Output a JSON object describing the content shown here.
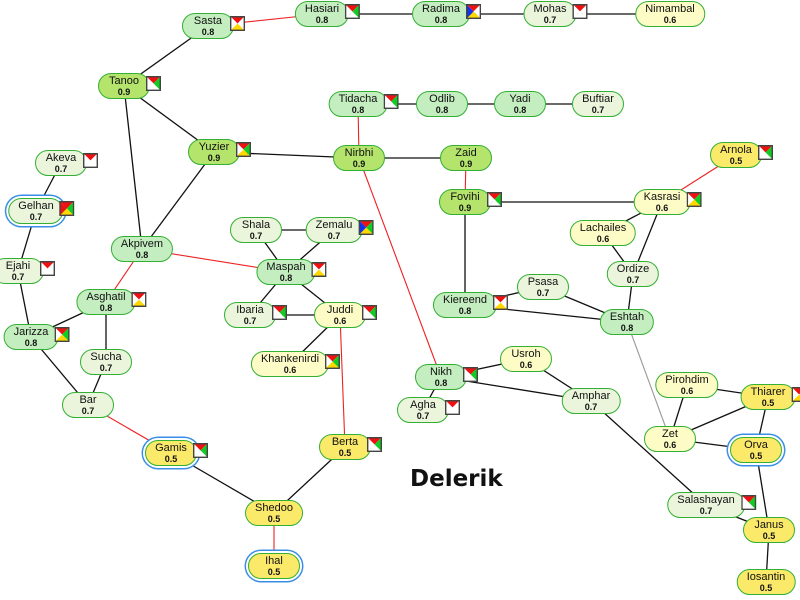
{
  "region_label": "Delerik",
  "value_colors": {
    "0.9": "#b4e46c",
    "0.8": "#c4eec0",
    "0.7": "#eaf5dc",
    "0.6": "#fdfcc6",
    "0.5": "#fbe96a"
  },
  "edge_colors": {
    "black": "#111111",
    "red": "#ee2222",
    "gray": "#999999"
  },
  "nodes": [
    {
      "name": "Sasta",
      "value": "0.8",
      "flag": [
        "red",
        "white",
        "yellow",
        "white"
      ]
    },
    {
      "name": "Hasiari",
      "value": "0.8",
      "flag": [
        "red",
        "green",
        "white",
        "white"
      ]
    },
    {
      "name": "Radima",
      "value": "0.8",
      "flag": [
        "red",
        "white",
        "yellow",
        "blue"
      ]
    },
    {
      "name": "Mohas",
      "value": "0.7",
      "flag": [
        "red",
        "white",
        "white",
        "white"
      ]
    },
    {
      "name": "Nimambal",
      "value": "0.6",
      "flag": null
    },
    {
      "name": "Tanoo",
      "value": "0.9",
      "flag": [
        "red",
        "green",
        "white",
        "white"
      ]
    },
    {
      "name": "Tidacha",
      "value": "0.8",
      "flag": [
        "red",
        "green",
        "white",
        "white"
      ]
    },
    {
      "name": "Odlib",
      "value": "0.8",
      "flag": null
    },
    {
      "name": "Yadi",
      "value": "0.8",
      "flag": null
    },
    {
      "name": "Buftiar",
      "value": "0.7",
      "flag": null
    },
    {
      "name": "Yuzier",
      "value": "0.9",
      "flag": [
        "red",
        "green",
        "yellow",
        "white"
      ]
    },
    {
      "name": "Nirbhi",
      "value": "0.9",
      "flag": null
    },
    {
      "name": "Zaid",
      "value": "0.9",
      "flag": null
    },
    {
      "name": "Akeva",
      "value": "0.7",
      "flag": [
        "red",
        "white",
        "white",
        "white"
      ]
    },
    {
      "name": "Arnola",
      "value": "0.5",
      "flag": [
        "red",
        "green",
        "white",
        "white"
      ]
    },
    {
      "name": "Fovihi",
      "value": "0.9",
      "flag": [
        "red",
        "green",
        "white",
        "white"
      ]
    },
    {
      "name": "Kasrasi",
      "value": "0.6",
      "flag": [
        "red",
        "green",
        "yellow",
        "white"
      ]
    },
    {
      "name": "Gelhan",
      "value": "0.7",
      "flag": [
        "red",
        "green",
        "yellow",
        "red"
      ],
      "selected": true
    },
    {
      "name": "Shala",
      "value": "0.7",
      "flag": null
    },
    {
      "name": "Zemalu",
      "value": "0.7",
      "flag": [
        "red",
        "green",
        "yellow",
        "blue"
      ]
    },
    {
      "name": "Lachailes",
      "value": "0.6",
      "flag": null
    },
    {
      "name": "Akpivem",
      "value": "0.8",
      "flag": null
    },
    {
      "name": "Ejahi",
      "value": "0.7",
      "flag": [
        "red",
        "white",
        "white",
        "white"
      ]
    },
    {
      "name": "Maspah",
      "value": "0.8",
      "flag": [
        "red",
        "white",
        "yellow",
        "white"
      ]
    },
    {
      "name": "Ordize",
      "value": "0.7",
      "flag": null
    },
    {
      "name": "Psasa",
      "value": "0.7",
      "flag": null
    },
    {
      "name": "Asghatil",
      "value": "0.8",
      "flag": [
        "red",
        "white",
        "yellow",
        "white"
      ]
    },
    {
      "name": "Kiereend",
      "value": "0.8",
      "flag": [
        "red",
        "white",
        "yellow",
        "white"
      ]
    },
    {
      "name": "Ibaria",
      "value": "0.7",
      "flag": [
        "red",
        "green",
        "white",
        "white"
      ]
    },
    {
      "name": "Juddi",
      "value": "0.6",
      "flag": [
        "red",
        "green",
        "white",
        "white"
      ]
    },
    {
      "name": "Eshtah",
      "value": "0.8",
      "flag": null
    },
    {
      "name": "Jarizza",
      "value": "0.8",
      "flag": [
        "red",
        "green",
        "yellow",
        "white"
      ]
    },
    {
      "name": "Sucha",
      "value": "0.7",
      "flag": null
    },
    {
      "name": "Khankenirdi",
      "value": "0.6",
      "flag": [
        "red",
        "green",
        "yellow",
        "white"
      ]
    },
    {
      "name": "Usroh",
      "value": "0.6",
      "flag": null
    },
    {
      "name": "Nikh",
      "value": "0.8",
      "flag": [
        "red",
        "green",
        "white",
        "white"
      ]
    },
    {
      "name": "Bar",
      "value": "0.7",
      "flag": null
    },
    {
      "name": "Agha",
      "value": "0.7",
      "flag": [
        "red",
        "white",
        "white",
        "white"
      ]
    },
    {
      "name": "Amphar",
      "value": "0.7",
      "flag": null
    },
    {
      "name": "Pirohdim",
      "value": "0.6",
      "flag": null
    },
    {
      "name": "Thiarer",
      "value": "0.5",
      "flag": [
        "red",
        "white",
        "yellow",
        "white"
      ]
    },
    {
      "name": "Zet",
      "value": "0.6",
      "flag": null
    },
    {
      "name": "Gamis",
      "value": "0.5",
      "flag": [
        "red",
        "green",
        "white",
        "white"
      ],
      "selected": true
    },
    {
      "name": "Berta",
      "value": "0.5",
      "flag": [
        "red",
        "green",
        "white",
        "white"
      ]
    },
    {
      "name": "Orva",
      "value": "0.5",
      "flag": null,
      "selected": true
    },
    {
      "name": "Shedoo",
      "value": "0.5",
      "flag": null
    },
    {
      "name": "Salashayan",
      "value": "0.7",
      "flag": [
        "red",
        "green",
        "white",
        "white"
      ]
    },
    {
      "name": "Janus",
      "value": "0.5",
      "flag": null
    },
    {
      "name": "Ihal",
      "value": "0.5",
      "flag": null,
      "selected": true
    },
    {
      "name": "Iosantin",
      "value": "0.5",
      "flag": null
    }
  ],
  "edges": [
    [
      "Sasta",
      "Hasiari",
      "red"
    ],
    [
      "Hasiari",
      "Radima",
      "black"
    ],
    [
      "Radima",
      "Mohas",
      "black"
    ],
    [
      "Mohas",
      "Nimambal",
      "black"
    ],
    [
      "Sasta",
      "Tanoo",
      "black"
    ],
    [
      "Tanoo",
      "Yuzier",
      "black"
    ],
    [
      "Tanoo",
      "Akpivem",
      "black"
    ],
    [
      "Yuzier",
      "Akpivem",
      "black"
    ],
    [
      "Yuzier",
      "Nirbhi",
      "black"
    ],
    [
      "Tidacha",
      "Nirbhi",
      "red"
    ],
    [
      "Tidacha",
      "Odlib",
      "black"
    ],
    [
      "Odlib",
      "Yadi",
      "black"
    ],
    [
      "Yadi",
      "Buftiar",
      "black"
    ],
    [
      "Nirbhi",
      "Zaid",
      "black"
    ],
    [
      "Nirbhi",
      "Nikh",
      "red"
    ],
    [
      "Zaid",
      "Fovihi",
      "red"
    ],
    [
      "Fovihi",
      "Kasrasi",
      "black"
    ],
    [
      "Fovihi",
      "Kiereend",
      "black"
    ],
    [
      "Kasrasi",
      "Arnola",
      "red"
    ],
    [
      "Kasrasi",
      "Lachailes",
      "black"
    ],
    [
      "Kasrasi",
      "Ordize",
      "black"
    ],
    [
      "Lachailes",
      "Ordize",
      "black"
    ],
    [
      "Ordize",
      "Eshtah",
      "black"
    ],
    [
      "Kiereend",
      "Psasa",
      "black"
    ],
    [
      "Psasa",
      "Eshtah",
      "black"
    ],
    [
      "Kiereend",
      "Eshtah",
      "black"
    ],
    [
      "Eshtah",
      "Zet",
      "gray"
    ],
    [
      "Akeva",
      "Gelhan",
      "black"
    ],
    [
      "Gelhan",
      "Ejahi",
      "black"
    ],
    [
      "Ejahi",
      "Jarizza",
      "black"
    ],
    [
      "Akpivem",
      "Asghatil",
      "red"
    ],
    [
      "Akpivem",
      "Maspah",
      "red"
    ],
    [
      "Shala",
      "Zemalu",
      "black"
    ],
    [
      "Shala",
      "Maspah",
      "black"
    ],
    [
      "Zemalu",
      "Maspah",
      "black"
    ],
    [
      "Maspah",
      "Ibaria",
      "black"
    ],
    [
      "Maspah",
      "Juddi",
      "black"
    ],
    [
      "Ibaria",
      "Juddi",
      "black"
    ],
    [
      "Juddi",
      "Khankenirdi",
      "black"
    ],
    [
      "Juddi",
      "Berta",
      "red"
    ],
    [
      "Asghatil",
      "Jarizza",
      "black"
    ],
    [
      "Asghatil",
      "Sucha",
      "black"
    ],
    [
      "Sucha",
      "Bar",
      "black"
    ],
    [
      "Jarizza",
      "Bar",
      "black"
    ],
    [
      "Bar",
      "Gamis",
      "red"
    ],
    [
      "Gamis",
      "Shedoo",
      "black"
    ],
    [
      "Berta",
      "Shedoo",
      "black"
    ],
    [
      "Shedoo",
      "Ihal",
      "red"
    ],
    [
      "Nikh",
      "Usroh",
      "black"
    ],
    [
      "Nikh",
      "Amphar",
      "black"
    ],
    [
      "Nikh",
      "Agha",
      "black"
    ],
    [
      "Usroh",
      "Amphar",
      "black"
    ],
    [
      "Amphar",
      "Salashayan",
      "black"
    ],
    [
      "Salashayan",
      "Janus",
      "black"
    ],
    [
      "Pirohdim",
      "Thiarer",
      "black"
    ],
    [
      "Pirohdim",
      "Zet",
      "black"
    ],
    [
      "Zet",
      "Thiarer",
      "black"
    ],
    [
      "Thiarer",
      "Orva",
      "black"
    ],
    [
      "Zet",
      "Orva",
      "black"
    ],
    [
      "Orva",
      "Janus",
      "black"
    ],
    [
      "Janus",
      "Iosantin",
      "black"
    ]
  ]
}
